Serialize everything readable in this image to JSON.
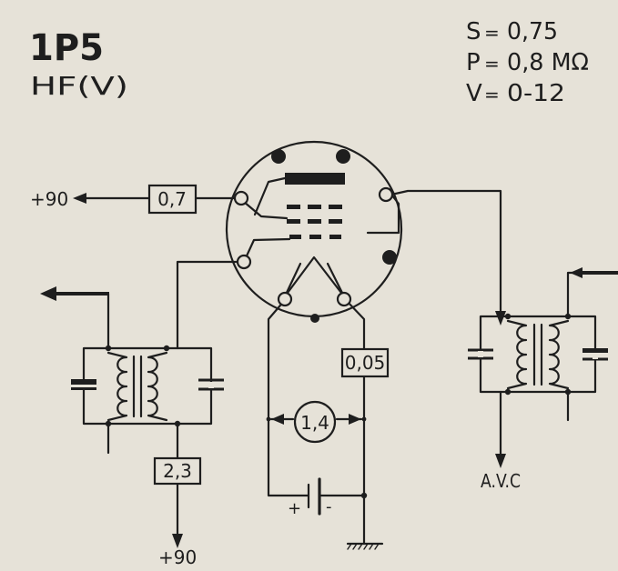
{
  "tube": {
    "name": "1P5",
    "type": "HF(V)"
  },
  "specs": [
    {
      "symbol": "S",
      "value": "0,75"
    },
    {
      "symbol": "P",
      "value": "0,8 MΩ"
    },
    {
      "symbol": "V",
      "value": "0-12"
    }
  ],
  "labels": {
    "plate_supply": "+90",
    "screen_resistor": "0,7",
    "grid_bias_resistor": "0,05",
    "filament_voltage": "1,4",
    "input_coil_resistor": "2,3",
    "input_supply": "+90",
    "avc": "A.V.C",
    "battery_plus": "+",
    "battery_minus": "-"
  }
}
